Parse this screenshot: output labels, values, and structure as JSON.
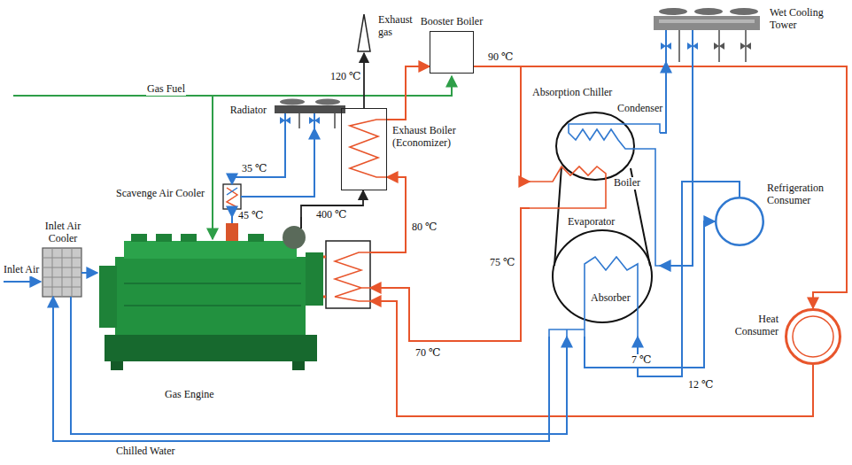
{
  "diagram": {
    "nodes": [
      {
        "text": [
          "Exhaust gas"
        ]
      },
      {
        "text": [
          "Booster Boiler"
        ]
      },
      {
        "text": [
          "Wet Cooling Tower"
        ]
      },
      {
        "text": [
          "Radiator"
        ]
      },
      {
        "text": [
          "Exhaust Boiler (Economizer)"
        ]
      },
      {
        "text": [
          "Absorption Chiller"
        ]
      },
      {
        "text": [
          "Refrigeration Consumer"
        ]
      },
      {
        "text": [
          "Scavenge Air Cooler"
        ]
      },
      {
        "text": [
          "Inlet Air Cooler"
        ]
      },
      {
        "text": [
          "Gas Engine"
        ]
      },
      {
        "text": [
          "Heat Consumer"
        ]
      }
    ],
    "edges": [
      {
        "from": 9,
        "to": 4,
        "arrow": "to"
      },
      {
        "from": 4,
        "to": 0,
        "arrow": "to"
      },
      {
        "from": 9,
        "to": 4,
        "arrow": "to"
      },
      {
        "from": 4,
        "to": 1,
        "arrow": "to"
      },
      {
        "from": 1,
        "to": 5,
        "arrow": "to"
      },
      {
        "from": 1,
        "to": 10,
        "arrow": "to"
      },
      {
        "from": 5,
        "to": 9,
        "arrow": "to"
      },
      {
        "from": 10,
        "to": 9,
        "arrow": "to"
      },
      {
        "from": 2,
        "to": 5,
        "arrow": "to"
      },
      {
        "from": 5,
        "to": 2,
        "arrow": "to"
      },
      {
        "from": 5,
        "to": 6,
        "arrow": "to"
      },
      {
        "from": 6,
        "to": 5,
        "arrow": "to"
      },
      {
        "from": 5,
        "to": 8,
        "arrow": "to"
      },
      {
        "from": 8,
        "to": 5,
        "arrow": "to"
      },
      {
        "from": 3,
        "to": 7,
        "arrow": "to"
      },
      {
        "from": 7,
        "to": 3,
        "arrow": "to"
      },
      {
        "from": 7,
        "to": 9,
        "arrow": "to"
      },
      {
        "from": 8,
        "to": 9,
        "arrow": "to"
      }
    ],
    "labels": [
      "120 ℃",
      "90 ℃",
      "35 ℃",
      "Gas Fuel",
      "75 ℃",
      "400 ℃",
      "45 ℃",
      "80 ℃",
      "70 ℃",
      "7 ℃",
      "12 ℃",
      "Condenser",
      "Boiler",
      "Evaporator",
      "Absorber",
      "Inlet Air",
      "Chilled Water"
    ]
  }
}
